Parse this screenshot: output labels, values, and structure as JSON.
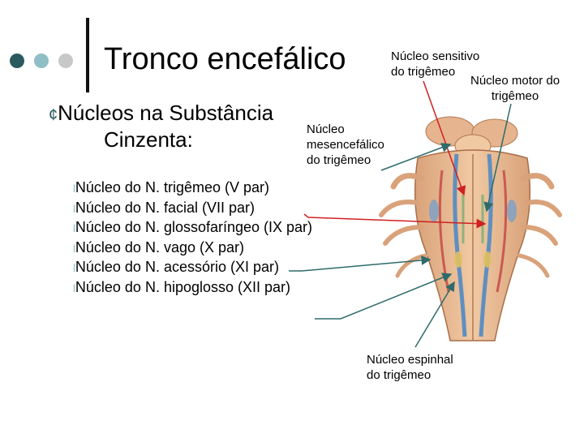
{
  "title": "Tronco encefálico",
  "subtitle_line1": "Núcleos na Substância",
  "subtitle_line2": "Cinzenta:",
  "list_items": [
    "Núcleo do N. trigêmeo (V par)",
    "Núcleo do N. facial (VII par)",
    "Núcleo do N. glossofaríngeo (IX par)",
    "Núcleo do N. vago (X par)",
    "Núcleo do N. acessório (XI par)",
    "Núcleo do N. hipoglosso (XII par)"
  ],
  "labels": {
    "sensitivo_1": "Núcleo sensitivo",
    "sensitivo_2": "do trigêmeo",
    "motor_1": "Núcleo motor do",
    "motor_2": "trigêmeo",
    "mesen_1": "Núcleo",
    "mesen_2": "mesencefálico",
    "mesen_3": "do trigêmeo",
    "espinhal_1": "Núcleo espinhal",
    "espinhal_2": "do trigêmeo"
  },
  "colors": {
    "accent_dark": "#2a5a5e",
    "accent_light": "#8fbfc4",
    "red_pointer": "#d02020",
    "teal_pointer": "#2d6a6a"
  }
}
